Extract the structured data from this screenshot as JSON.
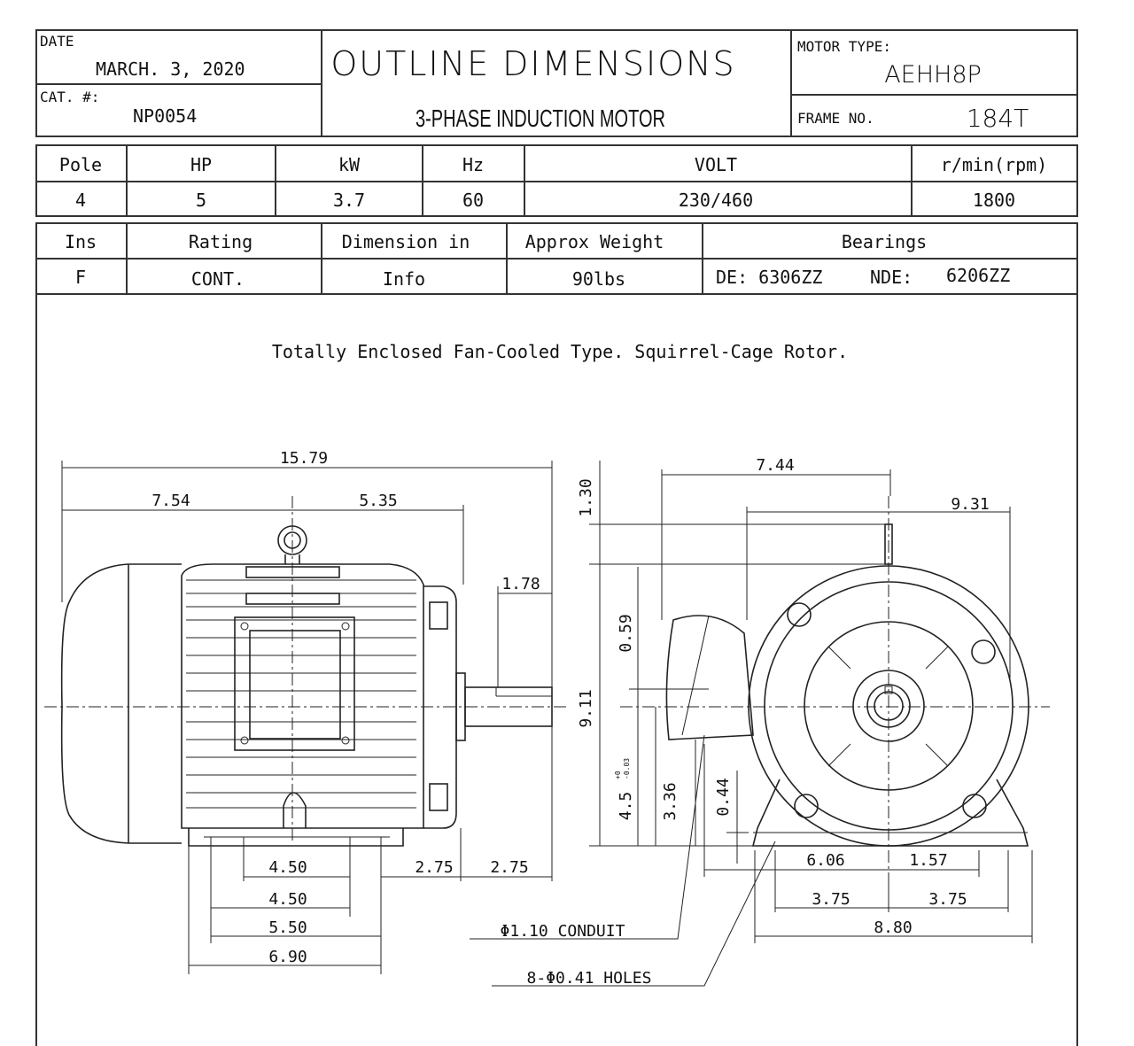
{
  "header": {
    "date_label": "DATE",
    "date_value": "MARCH. 3, 2020",
    "cat_label": "CAT. #:",
    "cat_value": "NP0054",
    "title": "OUTLINE DIMENSIONS",
    "subtitle": "3-PHASE INDUCTION MOTOR",
    "motor_type_label": "MOTOR TYPE:",
    "motor_type_value": "AEHH8P",
    "frame_label": "FRAME NO.",
    "frame_value": "184T"
  },
  "specs1": {
    "headers": [
      "Pole",
      "HP",
      "kW",
      "Hz",
      "VOLT",
      "r/min(rpm)"
    ],
    "values": [
      "4",
      "5",
      "3.7",
      "60",
      "230/460",
      "1800"
    ]
  },
  "specs2": {
    "headers": [
      "Ins",
      "Rating",
      "Dimension in",
      "Approx Weight",
      "Bearings"
    ],
    "values": [
      "F",
      "CONT.",
      "Info",
      "90lbs",
      "DE: 6306ZZ",
      "NDE:",
      "6206ZZ"
    ]
  },
  "note": "Totally Enclosed Fan-Cooled Type. Squirrel-Cage Rotor.",
  "dimensions": {
    "overall_length": "15.79",
    "fan_end_to_center": "7.54",
    "center_to_shaft_shoulder": "5.35",
    "shaft_length": "1.78",
    "foot_holes_a": "4.50",
    "ba_1": "2.75",
    "ba_2": "2.75",
    "foot_holes_b": "4.50",
    "foot_span": "5.50",
    "base_length": "6.90",
    "top_eyebolt": "1.30",
    "overall_height": "9.11",
    "conduit_offset": "0.59",
    "shaft_height": "4.5",
    "shaft_height_tol_plus": "+0",
    "shaft_height_tol_minus": "-0.03",
    "conduit_height": "3.36",
    "foot_thickness": "0.44",
    "center_to_conduit": "7.44",
    "overall_width": "9.31",
    "center_to_conduit_side": "6.06",
    "foot_width": "1.57",
    "hole_half_1": "3.75",
    "hole_half_2": "3.75",
    "base_width": "8.80"
  },
  "callouts": {
    "conduit": "Φ1.10 CONDUIT",
    "holes": "8-Φ0.41 HOLES"
  }
}
